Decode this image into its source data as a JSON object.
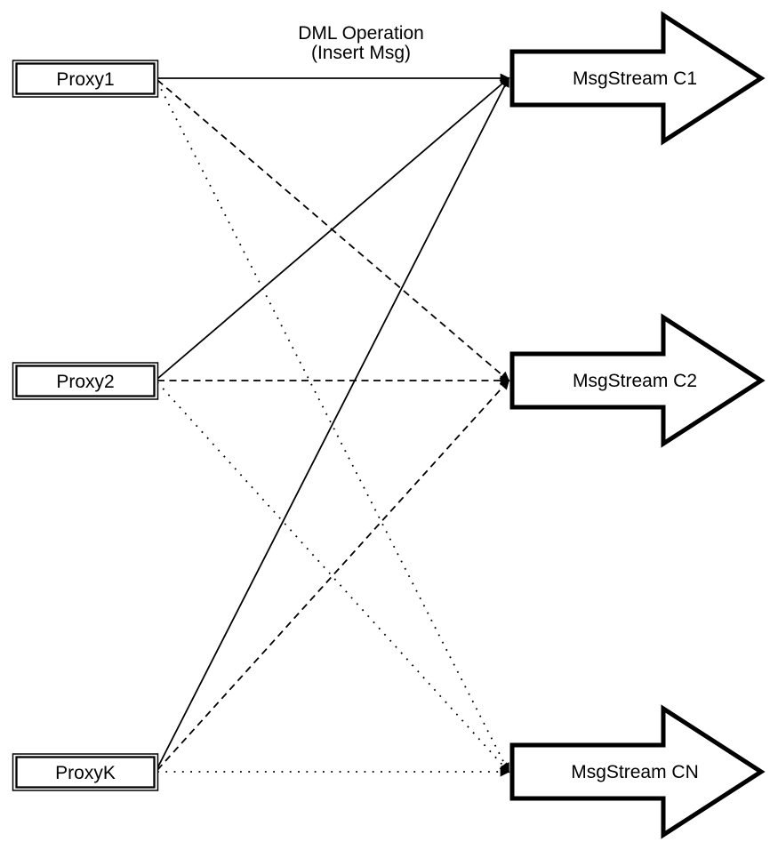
{
  "diagram": {
    "colors": {
      "background": "#ffffff",
      "stroke": "#000000",
      "shape_fill": "#ffffff"
    },
    "annotation": {
      "line1": "DML Operation",
      "line2": "(Insert Msg)"
    },
    "proxies": [
      {
        "id": "proxy1",
        "label": "Proxy1"
      },
      {
        "id": "proxy2",
        "label": "Proxy2"
      },
      {
        "id": "proxyk",
        "label": "ProxyK"
      }
    ],
    "streams": [
      {
        "id": "c1",
        "label": "MsgStream C1",
        "incoming_line_style": "solid"
      },
      {
        "id": "c2",
        "label": "MsgStream C2",
        "incoming_line_style": "dashed"
      },
      {
        "id": "cn",
        "label": "MsgStream CN",
        "incoming_line_style": "dotted"
      }
    ],
    "edges": [
      {
        "from": "Proxy1",
        "to": "MsgStream C1",
        "style": "solid",
        "label": "DML Operation (Insert Msg)"
      },
      {
        "from": "Proxy1",
        "to": "MsgStream C2",
        "style": "dashed",
        "label": ""
      },
      {
        "from": "Proxy1",
        "to": "MsgStream CN",
        "style": "dotted",
        "label": ""
      },
      {
        "from": "Proxy2",
        "to": "MsgStream C1",
        "style": "solid",
        "label": ""
      },
      {
        "from": "Proxy2",
        "to": "MsgStream C2",
        "style": "dashed",
        "label": ""
      },
      {
        "from": "Proxy2",
        "to": "MsgStream CN",
        "style": "dotted",
        "label": ""
      },
      {
        "from": "ProxyK",
        "to": "MsgStream C1",
        "style": "solid",
        "label": ""
      },
      {
        "from": "ProxyK",
        "to": "MsgStream C2",
        "style": "dashed",
        "label": ""
      },
      {
        "from": "ProxyK",
        "to": "MsgStream CN",
        "style": "dotted",
        "label": ""
      }
    ]
  }
}
